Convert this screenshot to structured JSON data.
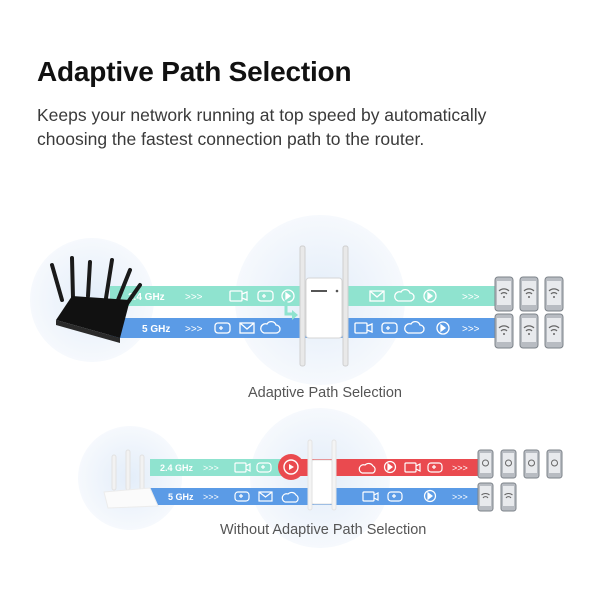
{
  "header": {
    "title": "Adaptive Path Selection",
    "subtitle": "Keeps your network running at top speed by automatically choosing the fastest connection path to the router."
  },
  "bands": {
    "ghz24": "2.4 GHz",
    "ghz5": "5 GHz",
    "arrows": ">>>"
  },
  "captions": {
    "with": "Adaptive Path Selection",
    "without": "Without Adaptive Path Selection"
  },
  "icons": [
    "camera-icon",
    "gamepad-icon",
    "play-icon",
    "mail-icon",
    "cloud-icon"
  ],
  "colors": {
    "band24": "#8fe3cf",
    "band5": "#5b9be6",
    "congested": "#ea4a4f",
    "shadow_blue": "#e9f1fb"
  }
}
